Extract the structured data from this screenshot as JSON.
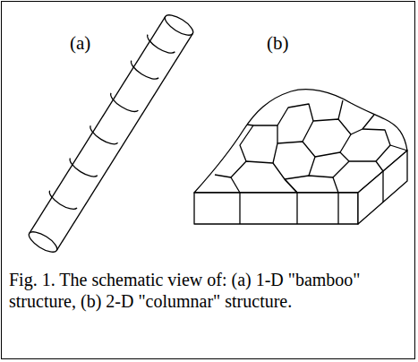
{
  "diagram": {
    "caption": "Fig. 1. The schematic view of: (a) 1-D \"bamboo\" structure, (b) 2-D \"columnar\" structure.",
    "labels": [
      "(a)",
      "(b)"
    ]
  }
}
